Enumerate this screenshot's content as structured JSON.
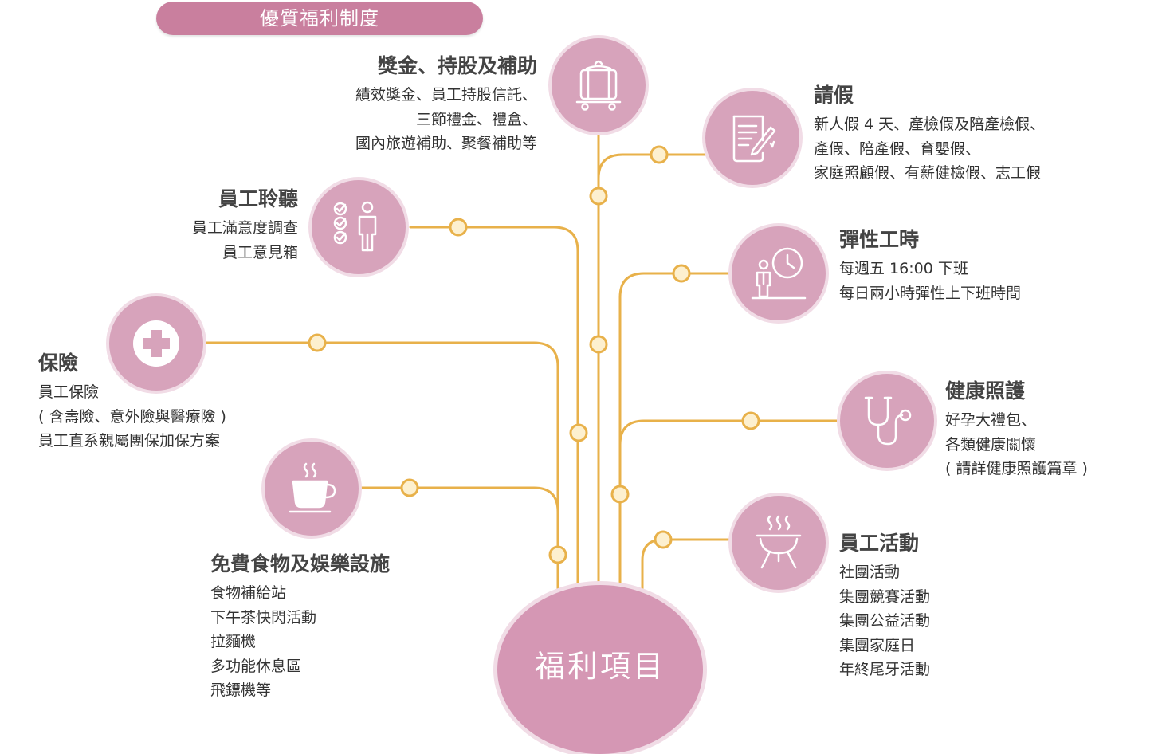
{
  "header": {
    "title": "優質福利制度"
  },
  "hub": {
    "label": "福利項目"
  },
  "categories": {
    "bonus": {
      "title": "獎金、持股及補助",
      "lines": [
        "績效獎金、員工持股信託、",
        "三節禮金、禮盒、",
        "國內旅遊補助、聚餐補助等"
      ],
      "icon": "luggage-cart-icon"
    },
    "leave": {
      "title": "請假",
      "lines": [
        "新人假 4 天、產檢假及陪產檢假、",
        "產假、陪產假、育嬰假、",
        "家庭照顧假、有薪健檢假、志工假"
      ],
      "icon": "form-pen-icon"
    },
    "listening": {
      "title": "員工聆聽",
      "lines": [
        "員工滿意度調查",
        "員工意見箱"
      ],
      "icon": "checklist-person-icon"
    },
    "flextime": {
      "title": "彈性工時",
      "lines": [
        "每週五 16:00 下班",
        "每日兩小時彈性上下班時間"
      ],
      "icon": "clock-person-icon"
    },
    "insurance": {
      "title": "保險",
      "lines": [
        "員工保險",
        "( 含壽險、意外險與醫療險 )",
        "員工直系親屬團保加保方案"
      ],
      "icon": "medical-cross-icon"
    },
    "health": {
      "title": "健康照護",
      "lines": [
        "好孕大禮包、",
        "各類健康關懷",
        "( 請詳健康照護篇章 )"
      ],
      "icon": "stethoscope-icon"
    },
    "food": {
      "title": "免費食物及娛樂設施",
      "lines": [
        "食物補給站",
        "下午茶快閃活動",
        "拉麵機",
        "多功能休息區",
        "飛鏢機等"
      ],
      "icon": "coffee-cup-icon"
    },
    "activities": {
      "title": "員工活動",
      "lines": [
        "社團活動",
        "集團競賽活動",
        "集團公益活動",
        "集團家庭日",
        "年終尾牙活動"
      ],
      "icon": "grill-icon"
    }
  },
  "colors": {
    "connector": "#e8b14a",
    "node_fill": "#fdf0cf",
    "icon_bg": "#d7a3bb",
    "hub": "#d597b4",
    "header": "#c97f9e"
  }
}
